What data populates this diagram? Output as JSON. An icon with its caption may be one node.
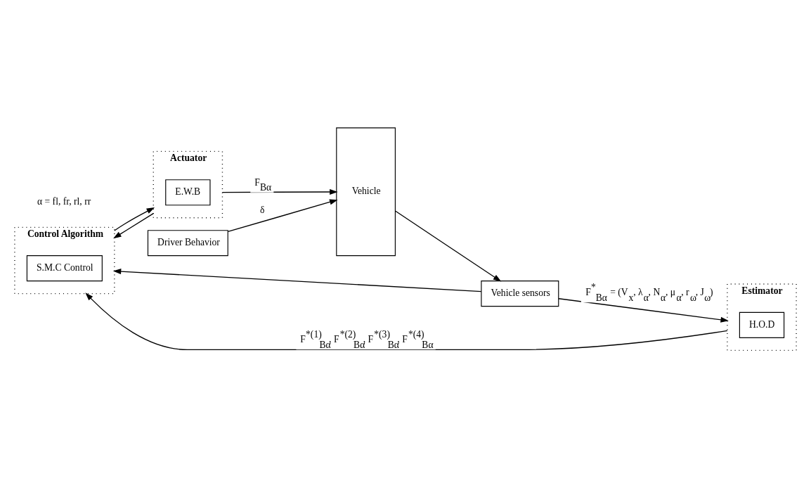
{
  "diagram": {
    "nodes": [
      {
        "text": [
          "Control Algorithm"
        ]
      },
      {
        "text": [
          "S.M.C Control"
        ],
        "in": 0
      },
      {
        "text": [
          "Actuator"
        ]
      },
      {
        "text": [
          "E.W.B"
        ],
        "in": 2
      },
      {
        "text": [
          "Driver Behavior"
        ]
      },
      {
        "text": [
          "Vehicle"
        ]
      },
      {
        "text": [
          "Vehicle sensors"
        ]
      },
      {
        "text": [
          "Estimator"
        ]
      },
      {
        "text": [
          "H.O.D"
        ],
        "in": 7
      }
    ],
    "edges": [
      {
        "from": 0,
        "to": 2,
        "arrow": "to"
      },
      {
        "from": 4,
        "to": 5,
        "arrow": "to",
        "label": "δ"
      },
      {
        "from": 2,
        "to": 5,
        "arrow": "to",
        "label": "F$_{Bα}$"
      },
      {
        "from": 2,
        "to": 0,
        "arrow": "to"
      },
      {
        "from": 5,
        "to": 6,
        "arrow": "to"
      },
      {
        "from": 6,
        "to": 7,
        "arrow": "to",
        "label": "F$^{*}$$_{Bα}$ = (V$_{x}$, λ$_{α}$, N$_{α}$, μ$_{α}$, r$_{ω}$, J$_{ω}$)"
      },
      {
        "from": 6,
        "to": 0,
        "arrow": "to"
      },
      {
        "from": 7,
        "to": 0,
        "arrow": "to",
        "label": "F$^{*(1)}$$_{Bα}$, F$^{*(2)}$$_{Bα}$, F$^{*(3)}$$_{Bα}$, F$^{*(4)}$$_{Bα}$"
      }
    ],
    "labels": [
      "α = fl, fr, rl, rr"
    ]
  }
}
